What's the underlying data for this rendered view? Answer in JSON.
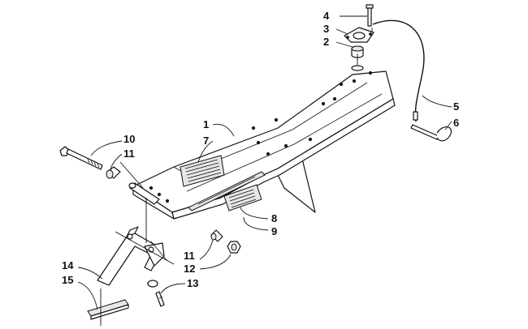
{
  "callouts": {
    "c1": "1",
    "c2": "2",
    "c3": "3",
    "c4": "4",
    "c5": "5",
    "c6": "6",
    "c7": "7",
    "c8": "8",
    "c9": "9",
    "c10": "10",
    "c11a": "11",
    "c11b": "11",
    "c12": "12",
    "c13": "13",
    "c14": "14",
    "c15": "15"
  }
}
